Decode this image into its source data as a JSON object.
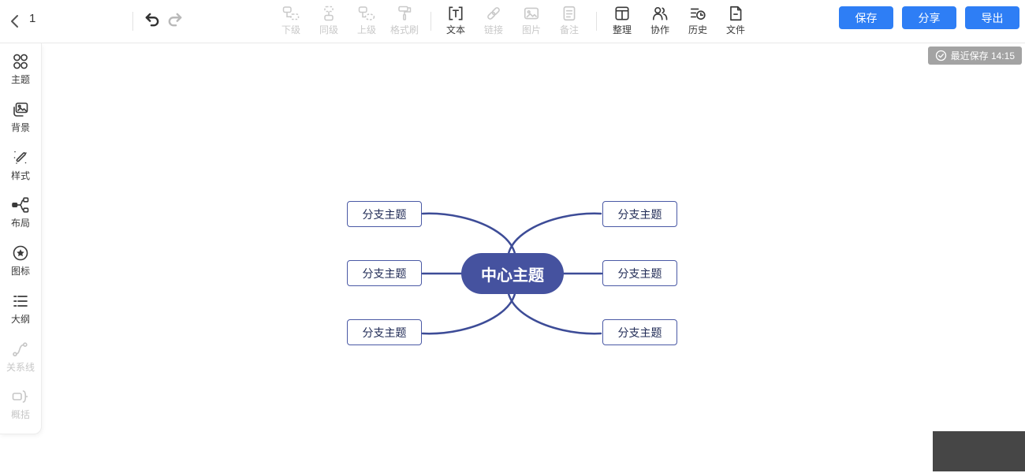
{
  "topbar": {
    "page_number": "1",
    "node_tools": [
      {
        "label": "下级"
      },
      {
        "label": "同级"
      },
      {
        "label": "上级"
      },
      {
        "label": "格式刷"
      }
    ],
    "insert_tools": [
      {
        "label": "文本"
      },
      {
        "label": "链接"
      },
      {
        "label": "图片"
      },
      {
        "label": "备注"
      }
    ],
    "doc_tools": [
      {
        "label": "整理"
      },
      {
        "label": "协作"
      },
      {
        "label": "历史"
      },
      {
        "label": "文件"
      }
    ],
    "actions": {
      "save": "保存",
      "share": "分享",
      "export": "导出"
    }
  },
  "status": {
    "last_saved": "最近保存 14:15"
  },
  "sidebar": {
    "items": [
      {
        "label": "主题"
      },
      {
        "label": "背景"
      },
      {
        "label": "样式"
      },
      {
        "label": "布局"
      },
      {
        "label": "图标"
      },
      {
        "label": "大纲"
      },
      {
        "label": "关系线"
      },
      {
        "label": "概括"
      }
    ]
  },
  "mindmap": {
    "central": {
      "label": "中心主题"
    },
    "branches": [
      {
        "label": "分支主题"
      },
      {
        "label": "分支主题"
      },
      {
        "label": "分支主题"
      },
      {
        "label": "分支主题"
      },
      {
        "label": "分支主题"
      },
      {
        "label": "分支主题"
      }
    ]
  },
  "colors": {
    "accent_blue": "#2E7EF5",
    "central_node_fill": "#45529F",
    "connector": "#3D4C97",
    "branch_border": "#4A59A5",
    "badge_gray": "#A3A3A3"
  }
}
